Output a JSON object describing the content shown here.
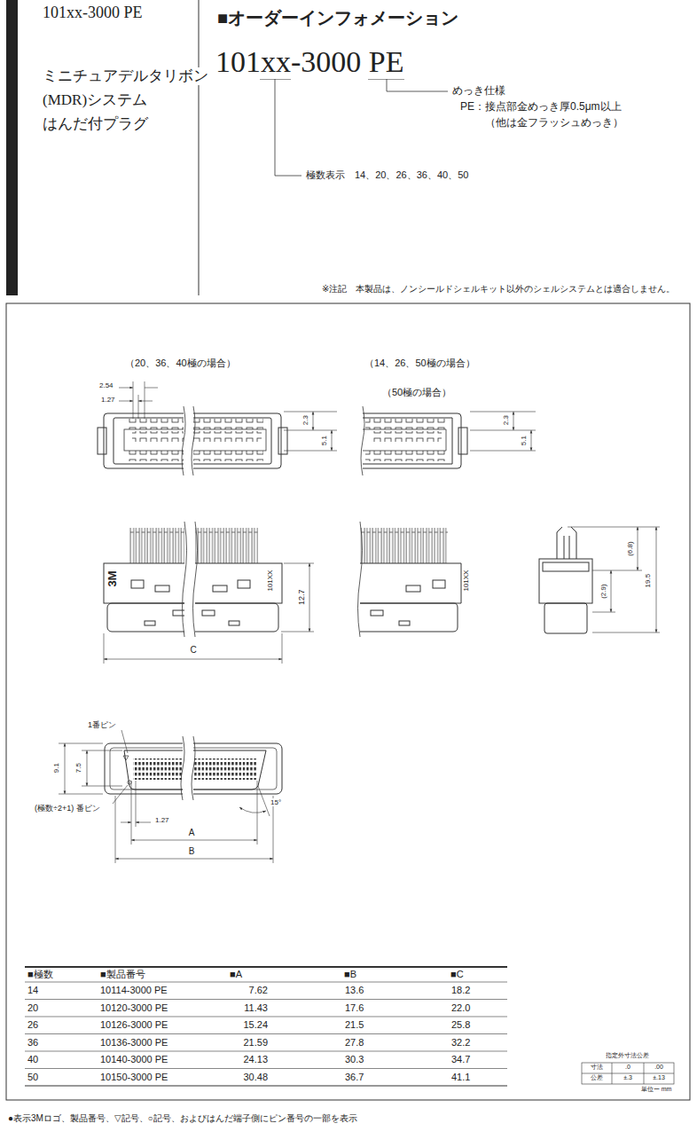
{
  "diagram": {
    "title": "101xx-3000 PE",
    "labels": [
      "ミニチュアデルタリボン",
      "(MDR)システム",
      "はんだ付プラグ",
      "■オーダーインフォメーション",
      "101xx-3000 PE",
      "めっき仕様",
      "PE：接点部金めっき厚0.5μm以上",
      "（他は金フラッシュめっき）",
      "極数表示　14、20、26、36、40、50",
      "※注記　本製品は、ノンシールドシェルキット以外のシェルシステムとは適合しません。",
      "（20、36、40極の場合）",
      "（14、26、50極の場合）",
      "（50極の場合）",
      "2.54",
      "1.27",
      "2.3",
      "5.1",
      "2.3",
      "5.1",
      "3M",
      "101XX",
      "12.7",
      "C",
      "101XX",
      "(6.8)",
      "(2.9)",
      "19.5",
      "1番ピン",
      "9.1",
      "7.5",
      "(極数÷2+1) 番ピン",
      "1.27",
      "15°",
      "A",
      "B",
      "■極数",
      "■製品番号",
      "■A",
      "■B",
      "■C",
      "14",
      "10114-3000 PE",
      "7.62",
      "13.6",
      "18.2",
      "20",
      "10120-3000 PE",
      "11.43",
      "17.6",
      "22.0",
      "26",
      "10126-3000 PE",
      "15.24",
      "21.5",
      "25.8",
      "36",
      "10136-3000 PE",
      "21.59",
      "27.8",
      "32.2",
      "40",
      "10140-3000 PE",
      "24.13",
      "30.3",
      "34.7",
      "50",
      "10150-3000 PE",
      "30.48",
      "36.7",
      "41.1",
      "指定外寸法公差",
      "寸法",
      ".0",
      ".00",
      "公差",
      "±.3",
      "±.13",
      "単位ー mm",
      "●表示3Mロゴ、製品番号、▽記号、○記号、およびはんだ端子側にピン番号の一部を表示"
    ]
  }
}
